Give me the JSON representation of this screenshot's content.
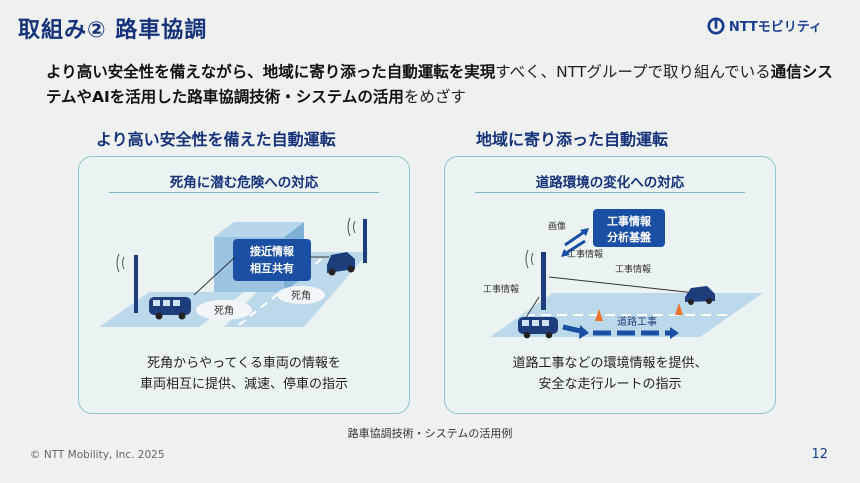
{
  "title": "取組み② 路車協調",
  "logo": {
    "text": "NTTモビリティ",
    "icon": "ntt-logo-icon",
    "color": "#1a3d8f"
  },
  "lead": {
    "p1": "より高い安全性を備えながら、地域に寄り添った自動運転を実現",
    "p2": "すべく、NTTグループで取り組んでいる",
    "p3": "通信システムやAIを活用した路車協調技術・システムの活用",
    "p4": "をめざす"
  },
  "left": {
    "heading": "より高い安全性を備えた自動運転",
    "subheading": "死角に潜む危険への対応",
    "labels": {
      "share_line1": "接近情報",
      "share_line2": "相互共有",
      "blind1": "死角",
      "blind2": "死角"
    },
    "caption_line1": "死角からやってくる車両の情報を",
    "caption_line2": "車両相互に提供、減速、停車の指示"
  },
  "right": {
    "heading": "地域に寄り添った自動運転",
    "subheading": "道路環境の変化への対応",
    "labels": {
      "box_line1": "工事情報",
      "box_line2": "分析基盤",
      "image": "画像",
      "info_a": "工事情報",
      "info_b": "工事情報",
      "info_c": "工事情報",
      "road_work": "道路工事"
    },
    "caption_line1": "道路工事などの環境情報を提供、",
    "caption_line2": "安全な走行ルートの指示"
  },
  "figure_caption": "路車協調技術・システムの活用例",
  "copyright": "© NTT Mobility, Inc.  2025",
  "page_number": "12",
  "colors": {
    "title": "#16327a",
    "accent": "#1a4fa3",
    "panel_border": "#8ec3cf",
    "road": "#bcd9ec"
  }
}
